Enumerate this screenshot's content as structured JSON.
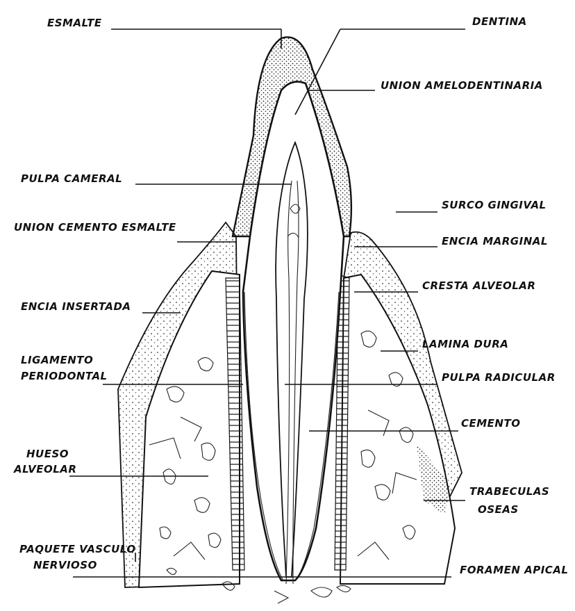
{
  "labels": {
    "esmalte": "ESMALTE",
    "dentina": "DENTINA",
    "union_amelodentinaria": "UNION AMELODENTINARIA",
    "pulpa_cameral": "PULPA CAMERAL",
    "surco_gingival": "SURCO GINGIVAL",
    "union_cemento_esmalte": "UNION CEMENTO ESMALTE",
    "encia_marginal": "ENCIA MARGINAL",
    "cresta_alveolar": "CRESTA ALVEOLAR",
    "encia_insertada": "ENCIA INSERTADA",
    "lamina_dura": "LAMINA DURA",
    "ligamento_1": "LIGAMENTO",
    "ligamento_2": "PERIODONTAL",
    "pulpa_radicular": "PULPA RADICULAR",
    "cemento": "CEMENTO",
    "hueso_1": "HUESO",
    "hueso_2": "ALVEOLAR",
    "trabeculas_1": "TRABECULAS",
    "trabeculas_2": "OSEAS",
    "paquete_1": "PAQUETE VASCULO",
    "paquete_2": "NERVIOSO",
    "foramen_apical": "FORAMEN APICAL"
  }
}
